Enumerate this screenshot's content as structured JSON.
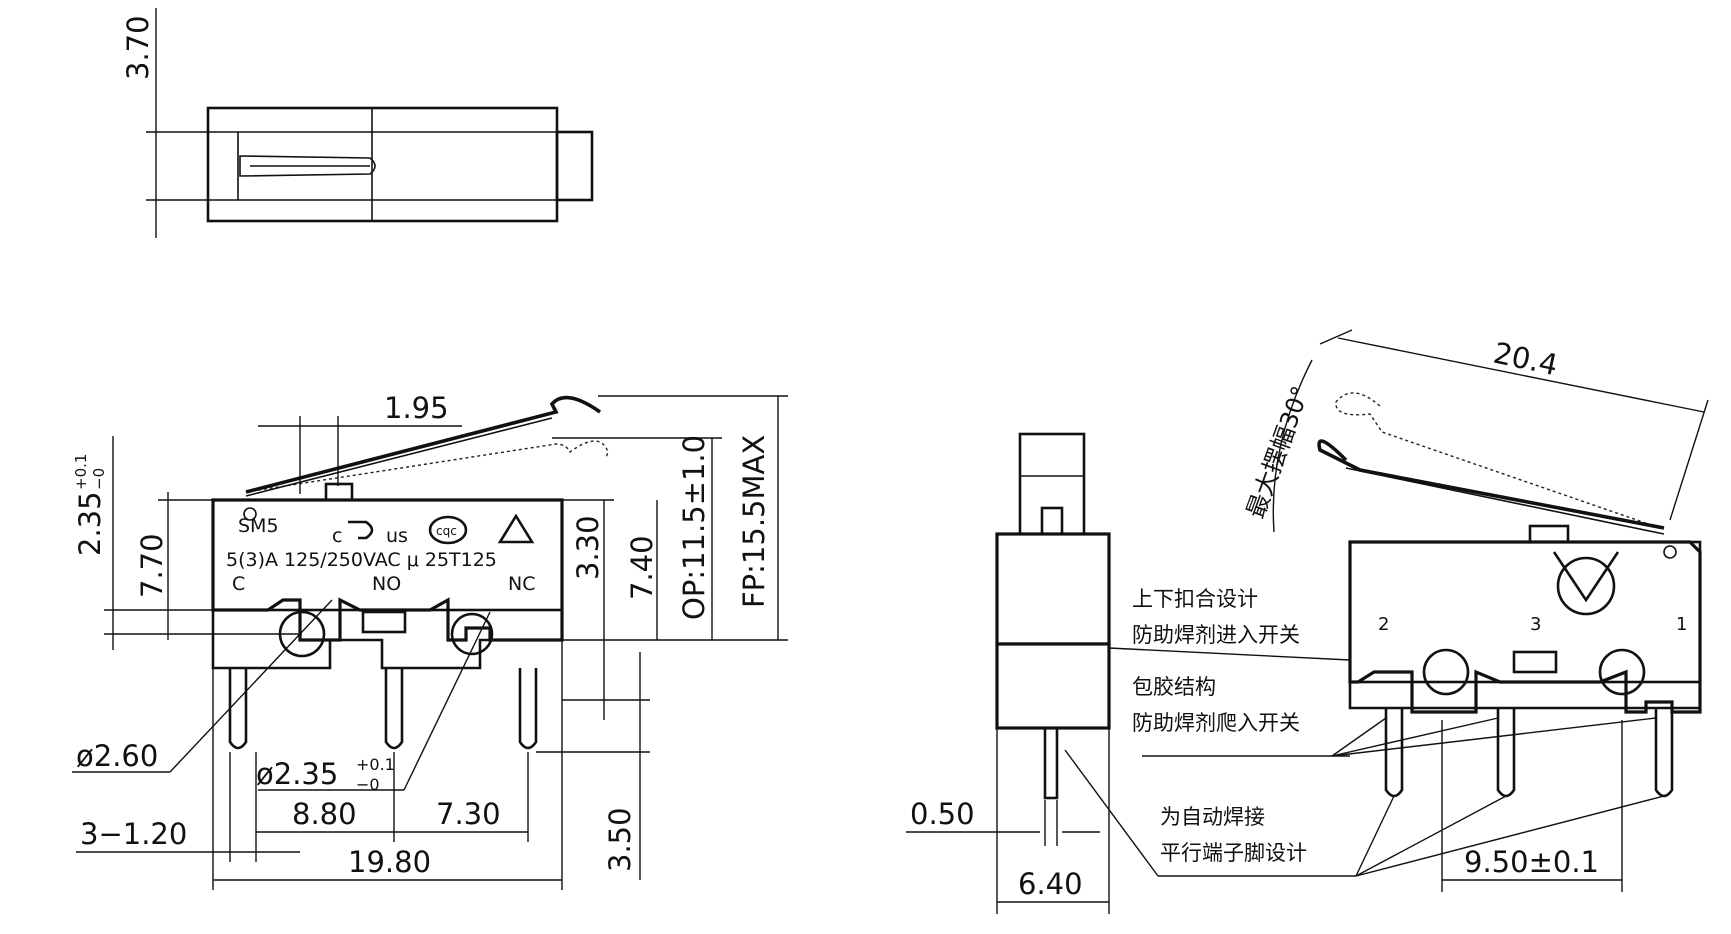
{
  "top_view": {
    "dim_height": "3.70"
  },
  "front_view": {
    "dim_lever_offset": "1.95",
    "dim_actuator_travel": "2.35",
    "dim_actuator_travel_tol_upper": "+0.1",
    "dim_actuator_travel_tol_lower": "−0",
    "dim_body_height": "7.70",
    "dim_hole_to_top": "3.30",
    "dim_hole_to_lever": "7.40",
    "dim_operating_position": "OP:11.5±1.0",
    "dim_free_position": "FP:15.5MAX",
    "dim_hole_large": "ø2.60",
    "dim_hole_small": "ø2.35",
    "dim_hole_small_tol_upper": "+0.1",
    "dim_hole_small_tol_lower": "−0",
    "dim_pin_width": "3−1.20",
    "dim_pitch_left": "8.80",
    "dim_pitch_right": "7.30",
    "dim_body_length": "19.80",
    "dim_pin_length": "3.50",
    "marking_model": "SM5",
    "marking_ul_c": "c",
    "marking_ul_us": "us",
    "marking_cqc": "cqc",
    "marking_rating": "5(3)A 125/250VAC μ 25T125",
    "terminal_c": "C",
    "terminal_no": "NO",
    "terminal_nc": "NC"
  },
  "side_view": {
    "dim_pin_thickness": "0.50",
    "dim_body_width": "6.40"
  },
  "iso_view": {
    "dim_lever_length": "20.4",
    "max_swing_label": "最大摆幅30°",
    "dim_terminal_pitch": "9.50±0.1",
    "pin_2": "2",
    "pin_3": "3",
    "pin_1": "1"
  },
  "callouts": {
    "note1_line1": "上下扣合设计",
    "note1_line2": "防助焊剂进入开关",
    "note2_line1": "包胶结构",
    "note2_line2": "防助焊剂爬入开关",
    "note3_line1": "为自动焊接",
    "note3_line2": "平行端子脚设计"
  }
}
